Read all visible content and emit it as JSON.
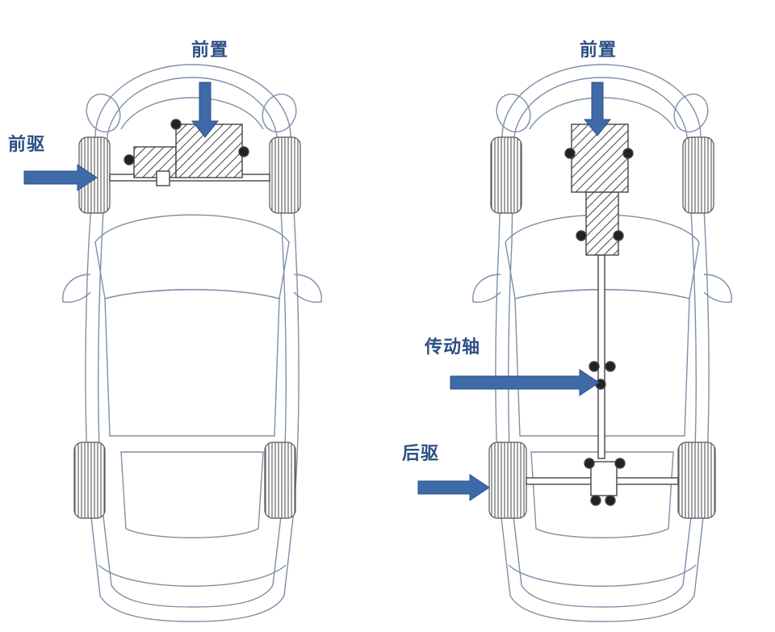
{
  "colors": {
    "outline": "#7f8fa8",
    "arrow": "#3e6aa8",
    "label": "#2c4f86",
    "part": "#444444"
  },
  "left_car": {
    "engine_label": "前置",
    "drive_label": "前驱"
  },
  "right_car": {
    "engine_label": "前置",
    "shaft_label": "传动轴",
    "drive_label": "后驱"
  }
}
